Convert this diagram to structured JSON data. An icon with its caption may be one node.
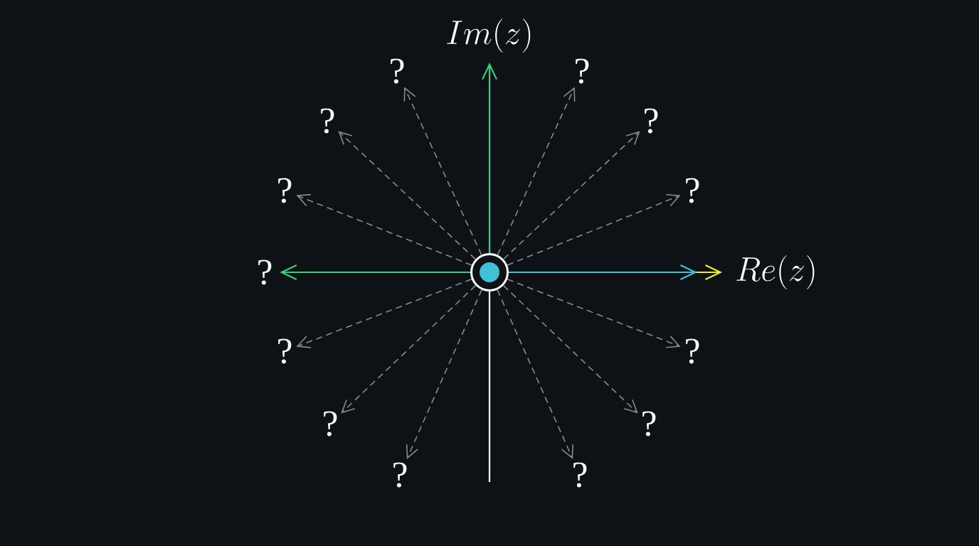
{
  "diagram": {
    "nodes": [
      {
        "text": [
          "Im(z)"
        ]
      },
      {
        "text": [
          "?"
        ]
      },
      {
        "text": [
          "?"
        ]
      },
      {
        "text": [
          "?"
        ]
      },
      {
        "text": [
          "?"
        ]
      },
      {
        "text": [
          "?"
        ]
      },
      {
        "text": [
          "?"
        ]
      },
      {
        "text": [
          "?"
        ]
      },
      {
        "text": [],
        "shape": "circle"
      },
      {
        "text": [],
        "shape": "circle",
        "in": 8
      },
      {
        "text": [
          "Re(z)"
        ]
      },
      {
        "text": [
          "?"
        ]
      },
      {
        "text": [
          "?"
        ]
      },
      {
        "text": [
          "?"
        ]
      },
      {
        "text": [
          "?"
        ]
      },
      {
        "text": [
          "?"
        ]
      },
      {
        "text": [
          "?"
        ]
      }
    ],
    "edges": [
      {
        "from": 8,
        "to": 0,
        "arrow": "to",
        "color": "#2ED47A"
      },
      {
        "from": 8,
        "to": 1,
        "arrow": "to",
        "style": "dashed"
      },
      {
        "from": 8,
        "to": 2,
        "arrow": "to",
        "style": "dashed"
      },
      {
        "from": 8,
        "to": 3,
        "arrow": "to",
        "style": "dashed"
      },
      {
        "from": 8,
        "to": 4,
        "arrow": "to",
        "style": "dashed"
      },
      {
        "from": 8,
        "to": 5,
        "arrow": "to",
        "style": "dashed"
      },
      {
        "from": 8,
        "to": 6,
        "arrow": "to",
        "style": "dashed"
      },
      {
        "from": 8,
        "to": 7,
        "arrow": "to",
        "color": "#2ED47A"
      },
      {
        "from": null,
        "to": 10,
        "arrow": "to",
        "color": "#F2EE1E"
      },
      {
        "from": 8,
        "to": null,
        "arrow": "to",
        "color": "#3FC1D9"
      },
      {
        "from": 8,
        "to": 11,
        "arrow": "to",
        "style": "dashed"
      },
      {
        "from": 8,
        "to": 12,
        "arrow": "to",
        "style": "dashed"
      },
      {
        "from": 8,
        "to": 13,
        "arrow": "to",
        "style": "dashed"
      },
      {
        "from": 8,
        "to": 14,
        "arrow": "to",
        "style": "dashed"
      },
      {
        "from": 8,
        "to": 15,
        "arrow": "to",
        "style": "dashed"
      },
      {
        "from": 8,
        "to": 16,
        "arrow": "to",
        "style": "dashed"
      },
      {
        "from": 8,
        "to": null,
        "arrow": "none",
        "color": "#FFFFFF"
      }
    ]
  }
}
